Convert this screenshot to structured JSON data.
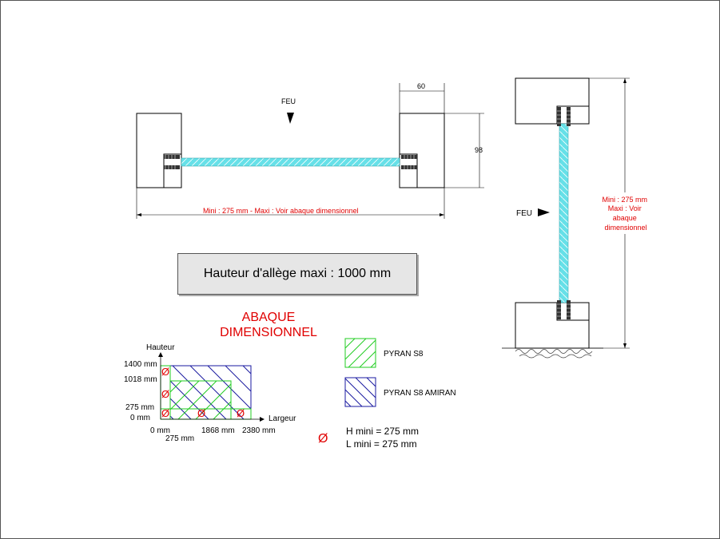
{
  "elevation": {
    "fire_label": "FEU",
    "dim_width": "60",
    "dim_height": "98",
    "span_text": "Mini : 275 mm -  Maxi : Voir abaque dimensionnel"
  },
  "section": {
    "fire_label": "FEU",
    "span_lines": [
      "Mini : 275 mm",
      "Maxi : Voir",
      "abaque",
      "dimensionnel"
    ]
  },
  "title_box": "Hauteur d'allège maxi : 1000 mm",
  "abaque": {
    "title_lines": [
      "ABAQUE",
      "DIMENSIONNEL"
    ],
    "y_axis_label": "Hauteur",
    "x_axis_label": "Largeur",
    "y_ticks": [
      "1400 mm",
      "1018 mm",
      "275 mm",
      "0 mm"
    ],
    "x_ticks": [
      "0 mm",
      "275 mm",
      "1868 mm",
      "2380 mm"
    ],
    "no_symbol": "Ø"
  },
  "legend": {
    "items": [
      {
        "label": "PYRAN S8",
        "color": "#22cc22"
      },
      {
        "label": "PYRAN S8 AMIRAN",
        "color": "#1a1aa0"
      }
    ],
    "no_symbol": "Ø",
    "min_lines": [
      "H mini = 275 mm",
      "L mini = 275 mm"
    ]
  },
  "colors": {
    "glass": "#66e0e8",
    "red": "#e00000",
    "green": "#22cc22",
    "blue": "#1a1aa0"
  }
}
